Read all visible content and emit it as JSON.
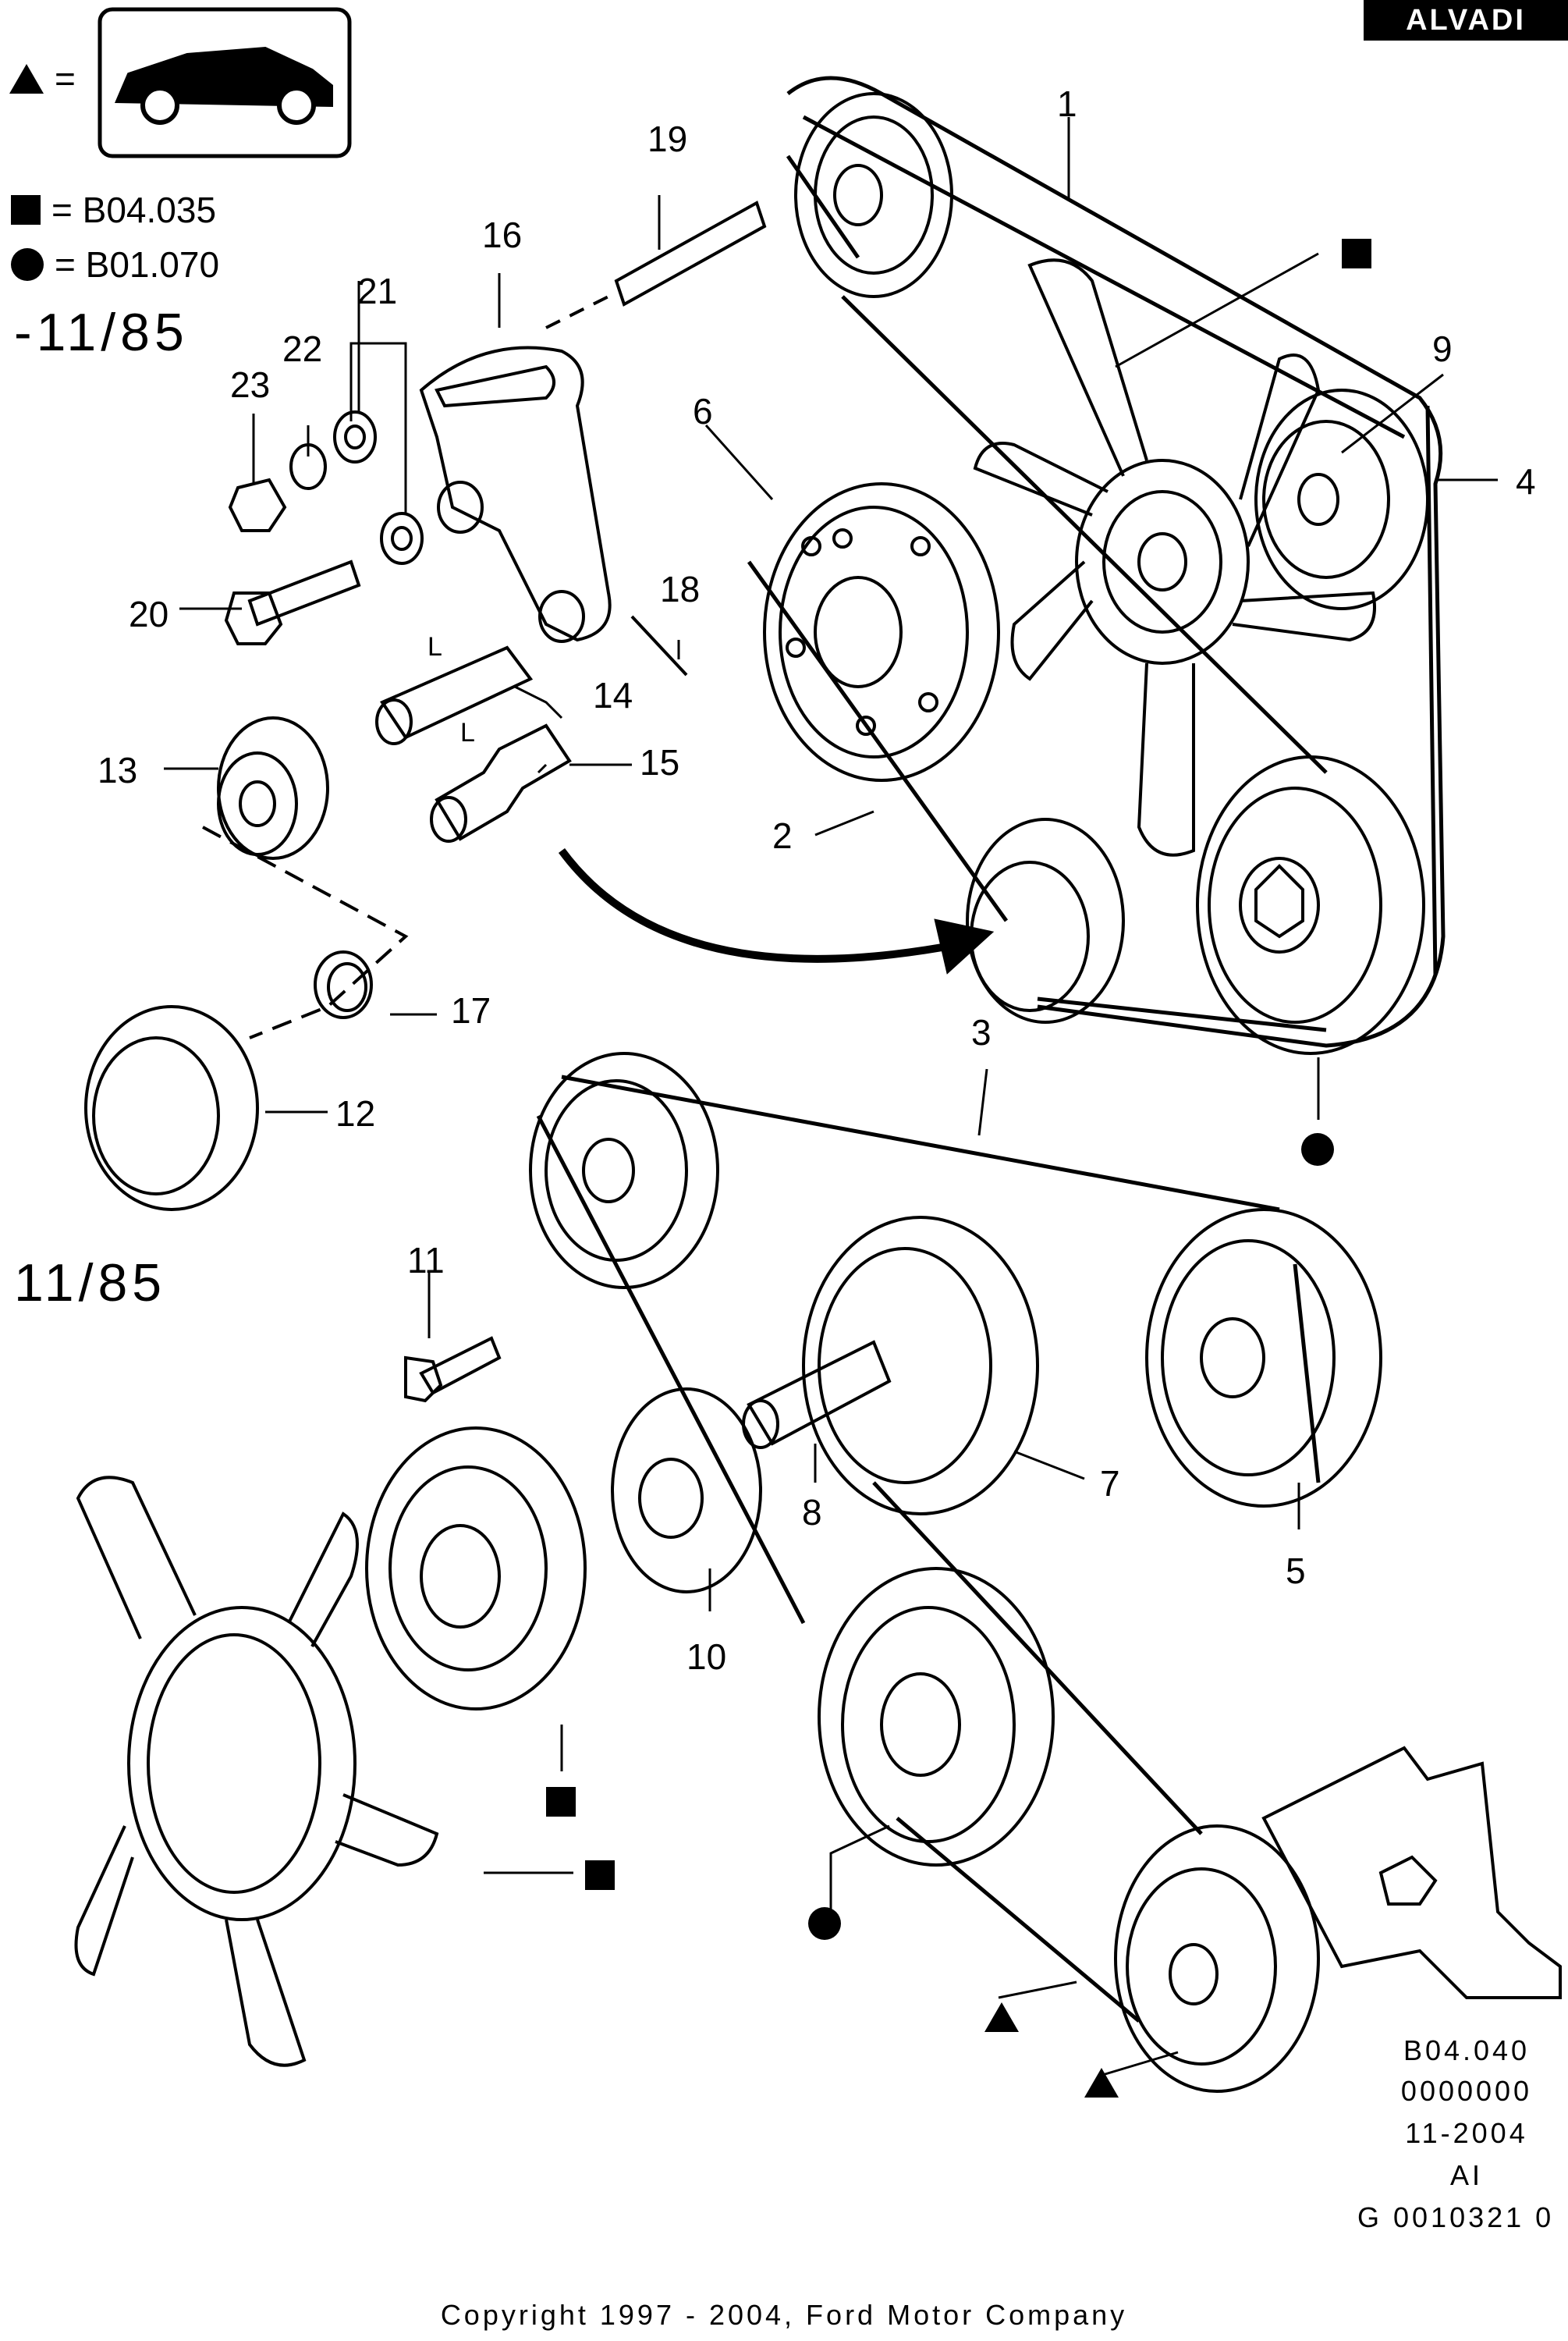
{
  "brand": "ALVADI",
  "legend": {
    "triangle_equals": "=",
    "square_label": "= B04.035",
    "circle_label": "= B01.070"
  },
  "sections": {
    "before": "-11/85",
    "after": "11/85"
  },
  "part_numbers": [
    "1",
    "2",
    "3",
    "4",
    "5",
    "6",
    "7",
    "8",
    "9",
    "10",
    "11",
    "12",
    "13",
    "14",
    "15",
    "16",
    "17",
    "18",
    "19",
    "20",
    "21",
    "22",
    "23"
  ],
  "dimension_label": "L",
  "reference_block": {
    "code": "B04.040",
    "serial": "0000000",
    "date": "11-2004",
    "variant": "AI",
    "doc_id": "G 0010321 0"
  },
  "copyright": "Copyright 1997 - 2004, Ford Motor Company",
  "colors": {
    "ink": "#000000",
    "paper": "#ffffff"
  }
}
